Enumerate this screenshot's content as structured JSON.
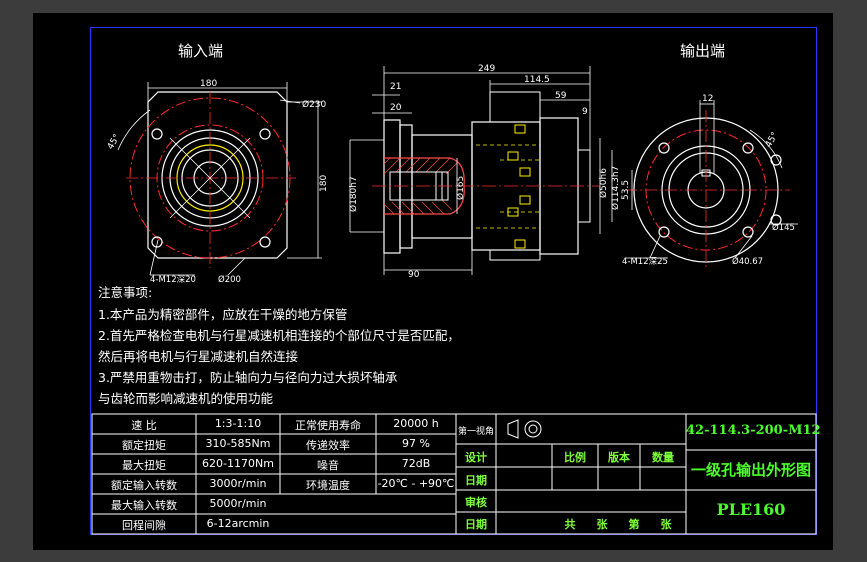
{
  "views": {
    "input_label": "输入端",
    "output_label": "输出端"
  },
  "dimensions": {
    "in_width": "180",
    "in_dia1": "Ø230",
    "in_angle": "45°",
    "in_height": "180",
    "in_holes": "4-M12深20",
    "in_dia2": "Ø200",
    "total_len": "249",
    "len_114": "114.5",
    "len_59": "59",
    "len_21": "21",
    "len_20": "20",
    "len_9": "9",
    "len_90": "90",
    "dia_180h7": "Ø180h7",
    "dia_165": "Ø165",
    "dia_50": "Ø50h6",
    "dia_114": "Ø114.3h7",
    "out_12": "12",
    "out_53": "53.5",
    "out_angle": "45°",
    "out_145": "Ø145",
    "out_holes": "4-M12深25",
    "out_40": "Ø40.67"
  },
  "notes": {
    "title": "注意事项:",
    "line1": "1.本产品为精密部件，应放在干燥的地方保管",
    "line2": "2.首先严格检查电机与行星减速机相连接的个部位尺寸是否匹配，",
    "line3": "然后再将电机与行星减速机自然连接",
    "line4": "3.严禁用重物击打，防止轴向力与径向力过大损坏轴承",
    "line5": "与齿轮而影响减速机的使用功能"
  },
  "spec_table": {
    "rows": [
      {
        "k1": "速 比",
        "v1": "1:3-1:10",
        "k2": "正常使用寿命",
        "v2": "20000 h"
      },
      {
        "k1": "额定扭矩",
        "v1": "310-585Nm",
        "k2": "传递效率",
        "v2": "97 %"
      },
      {
        "k1": "最大扭矩",
        "v1": "620-1170Nm",
        "k2": "噪音",
        "v2": "72dB"
      },
      {
        "k1": "额定输入转数",
        "v1": "3000r/min",
        "k2": "环境温度",
        "v2": "-20℃ - +90℃"
      },
      {
        "k1": "最大输入转数",
        "v1": "5000r/min",
        "k2": "",
        "v2": ""
      },
      {
        "k1": "回程间隙",
        "v1": "6-12arcmin",
        "k2": "",
        "v2": ""
      }
    ]
  },
  "title_block": {
    "projection": "第一视角",
    "design": "设计",
    "date1": "日期",
    "review": "审核",
    "date2": "日期",
    "scale": "比例",
    "version": "版本",
    "quantity": "数量",
    "sheets_a": "共",
    "sheets_b": "张",
    "sheets_c": "第",
    "sheets_d": "张",
    "code": "42-114.3-200-M12",
    "name": "一级孔输出外形图",
    "model": "PLE160"
  }
}
